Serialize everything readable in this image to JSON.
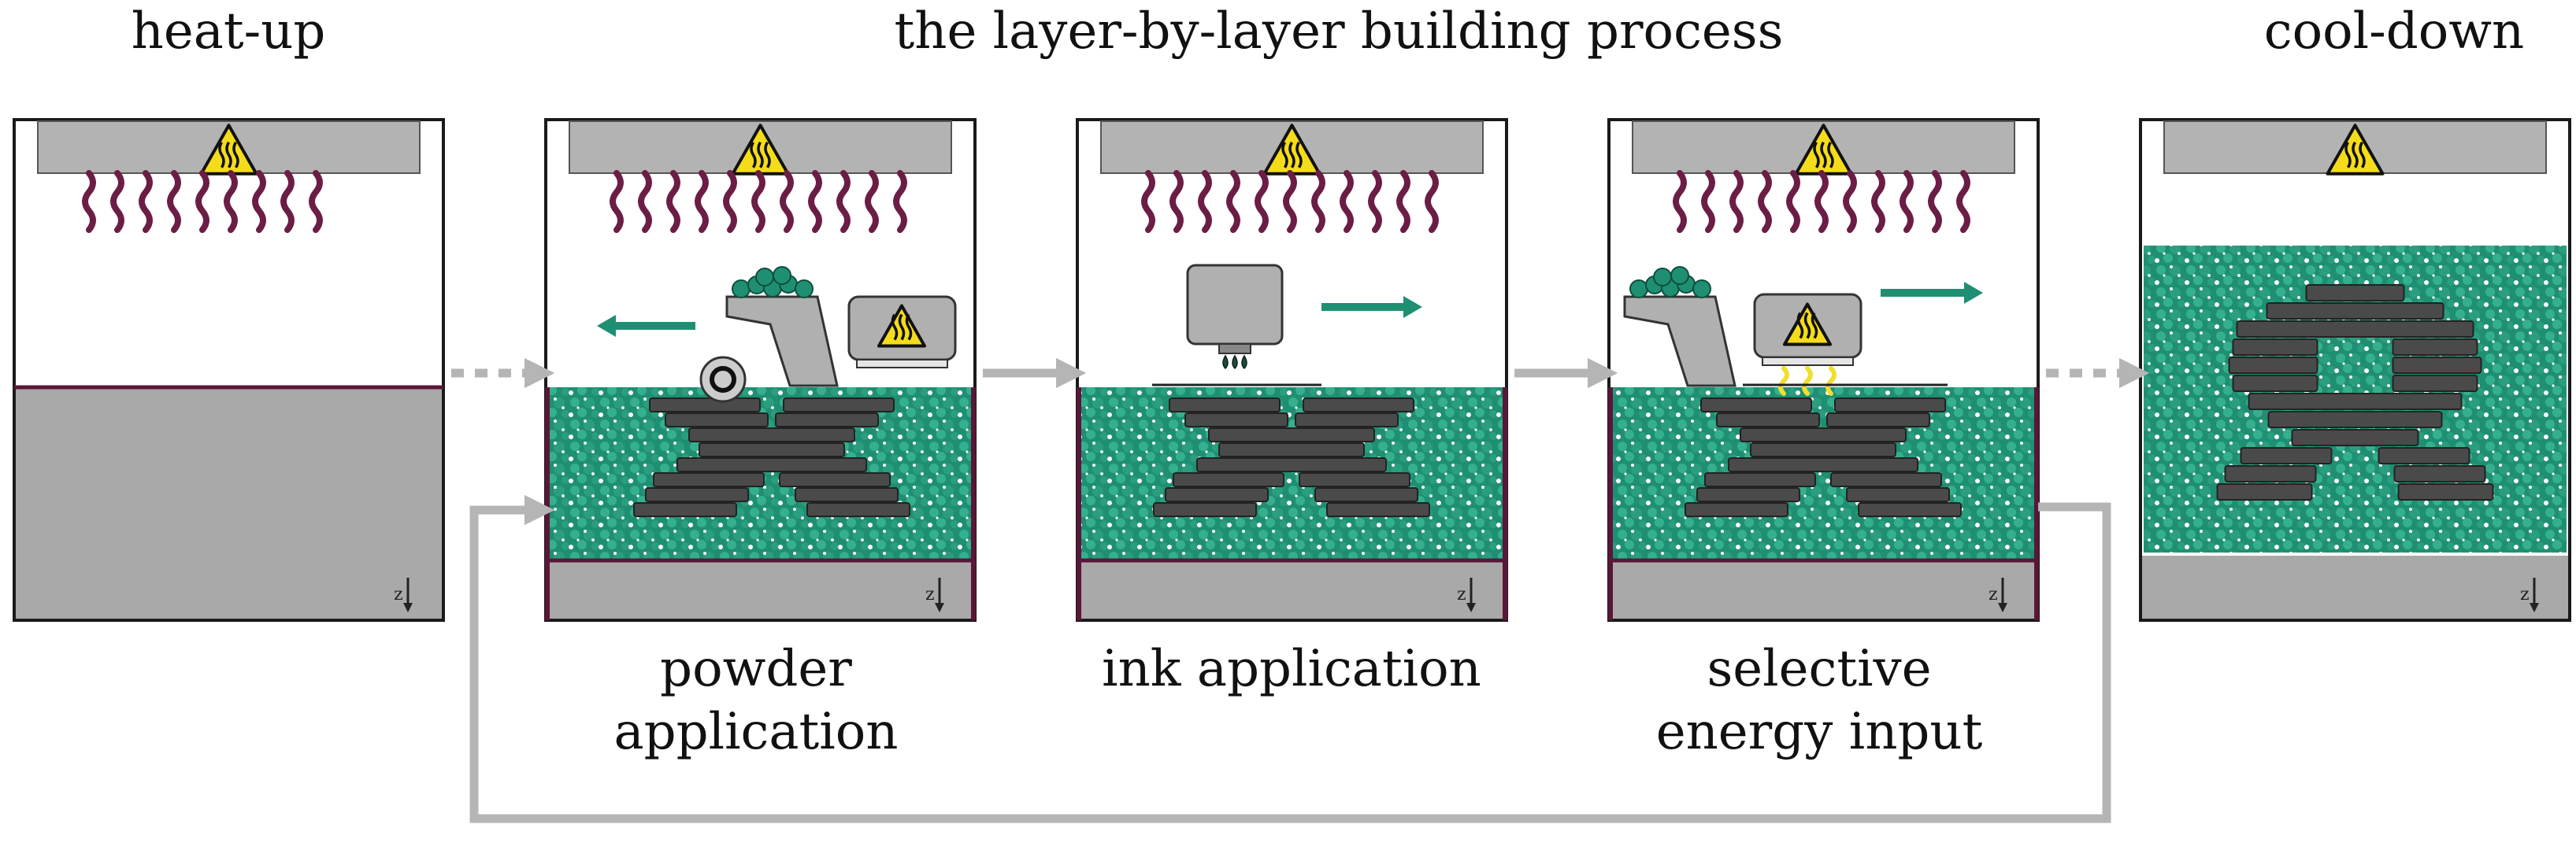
{
  "titles": {
    "heat_up": "heat-up",
    "building": "the layer-by-layer building process",
    "cool_down": "cool-down"
  },
  "captions": {
    "powder_line1": "powder",
    "powder_line2": "application",
    "ink": "ink application",
    "energy_line1": "selective",
    "energy_line2": "energy input"
  },
  "axis_label": "z",
  "colors": {
    "frame": "#1a1a1a",
    "heater": "#b3b3b3",
    "heat_wave": "#6b1d45",
    "build_wall": "#5a1638",
    "powder": "#1f8f73",
    "powder_light": "#35b08e",
    "part": "#4a4a4a",
    "platform": "#a9a9a9",
    "arrow_motion": "#1f8f73",
    "arrow_flow": "#b5b5b5",
    "warning": "#f5dc1a",
    "energy": "#f0df30",
    "ink": "#1e4a3c"
  },
  "stages": [
    {
      "id": "heat-up",
      "powder": false,
      "part": "none",
      "tool": "none"
    },
    {
      "id": "powder-application",
      "powder": true,
      "part": "x",
      "tool": "recoater"
    },
    {
      "id": "ink-application",
      "powder": true,
      "part": "x",
      "tool": "inkjet"
    },
    {
      "id": "selective-energy-input",
      "powder": true,
      "part": "x",
      "tool": "energy"
    },
    {
      "id": "cool-down",
      "powder": true,
      "part": "ring",
      "tool": "none"
    }
  ],
  "icons": [
    "warning-heat-icon",
    "heat-wave-icon",
    "motion-arrow-icon",
    "ink-drop-icon",
    "energy-icon",
    "z-axis-arrow-icon"
  ]
}
